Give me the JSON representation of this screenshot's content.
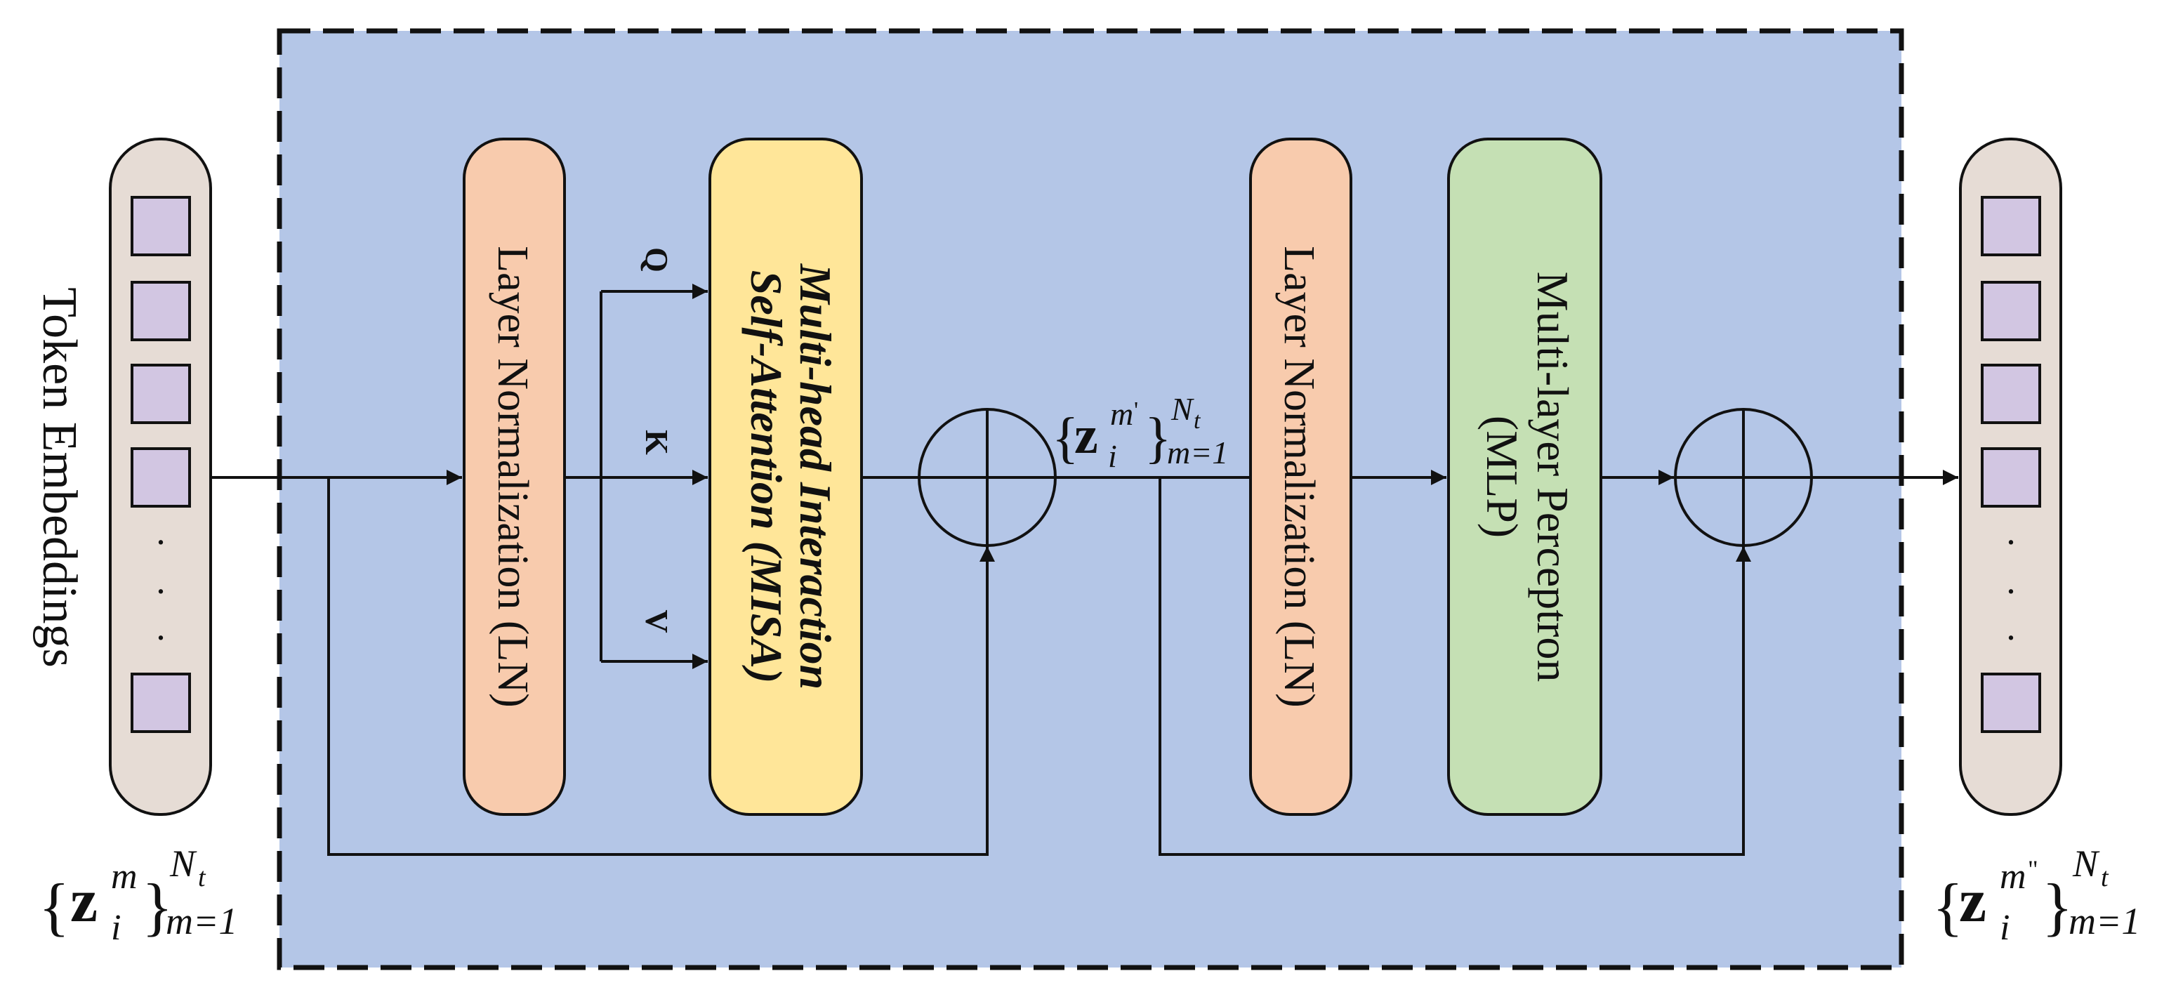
{
  "labels": {
    "token_embeddings": "Token Embeddings",
    "layer_norm_1": "Layer Normalization (LN)",
    "misa_line1": "Multi-head Interaction",
    "misa_line2": "Self-Attention (MISA)",
    "q": "Q",
    "k": "K",
    "v": "V",
    "layer_norm_2": "Layer Normalization (LN)",
    "mlp_line1": "Multi-layer Perceptron",
    "mlp_line2": "(MLP)"
  },
  "math": {
    "input": {
      "open": "{",
      "z": "z",
      "sub": "i",
      "sup": "m",
      "close": "}",
      "upper": "N",
      "upper_sub": "t",
      "lower": "m=1"
    },
    "middle": {
      "open": "{",
      "z": "z",
      "sub": "i",
      "sup": "m",
      "prime": "'",
      "close": "}",
      "upper": "N",
      "upper_sub": "t",
      "lower": "m=1"
    },
    "output": {
      "open": "{",
      "z": "z",
      "sub": "i",
      "sup": "m",
      "prime": "\"",
      "close": "}",
      "upper": "N",
      "upper_sub": "t",
      "lower": "m=1"
    }
  },
  "colors": {
    "block_background": "#b4c6e7",
    "token_column": "#e6dcd5",
    "token_square": "#d2c6e2",
    "layer_norm": "#f8cbad",
    "misa": "#ffe699",
    "mlp": "#c5e0b4",
    "stroke": "#111111"
  },
  "tokens": {
    "squares_count_visible": 5,
    "ellipsis": "·"
  }
}
